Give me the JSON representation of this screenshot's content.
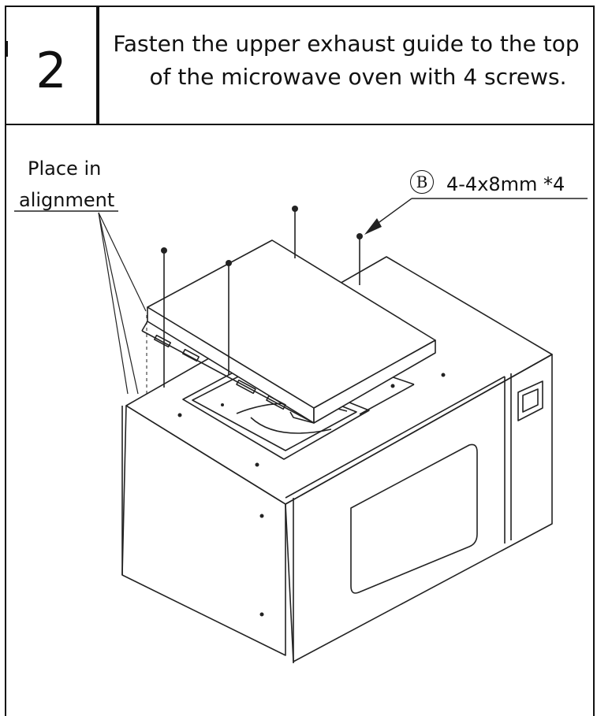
{
  "step": {
    "number": "2",
    "instruction_line1": "Fasten the upper exhaust guide to the top",
    "instruction_line2": "of the microwave oven with 4 screws."
  },
  "labels": {
    "place_line1": "Place in",
    "place_line2": "alignment",
    "callout_letter": "B",
    "screw_spec": "4-4x8mm *4"
  }
}
